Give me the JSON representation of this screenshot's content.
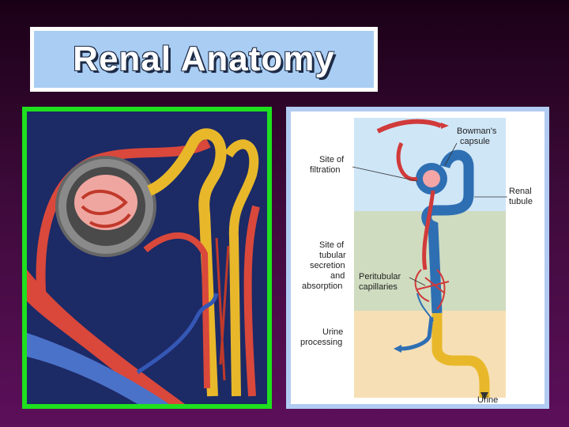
{
  "title": "Renal Anatomy",
  "colors": {
    "title_bg": "#a9cdf3",
    "left_frame": "#1ee01e",
    "right_frame": "#b2cbf2",
    "artery": "#d13a3a",
    "vein": "#2e6fb3",
    "tubule": "#e8b82a",
    "zone_filtration": "#cfe6f7",
    "zone_secretion": "#cfdcc0",
    "zone_urine": "#f7dfb5"
  },
  "diagram": {
    "labels": {
      "bowmans_capsule": [
        "Bowman's",
        "capsule"
      ],
      "site_filtration": [
        "Site of",
        "filtration"
      ],
      "renal_tubule": [
        "Renal",
        "tubule"
      ],
      "site_secretion": [
        "Site of",
        "tubular",
        "secretion",
        "and",
        "absorption"
      ],
      "peritubular": [
        "Peritubular",
        "capillaries"
      ],
      "urine_processing": [
        "Urine",
        "processing"
      ],
      "urine": "Urine"
    }
  }
}
